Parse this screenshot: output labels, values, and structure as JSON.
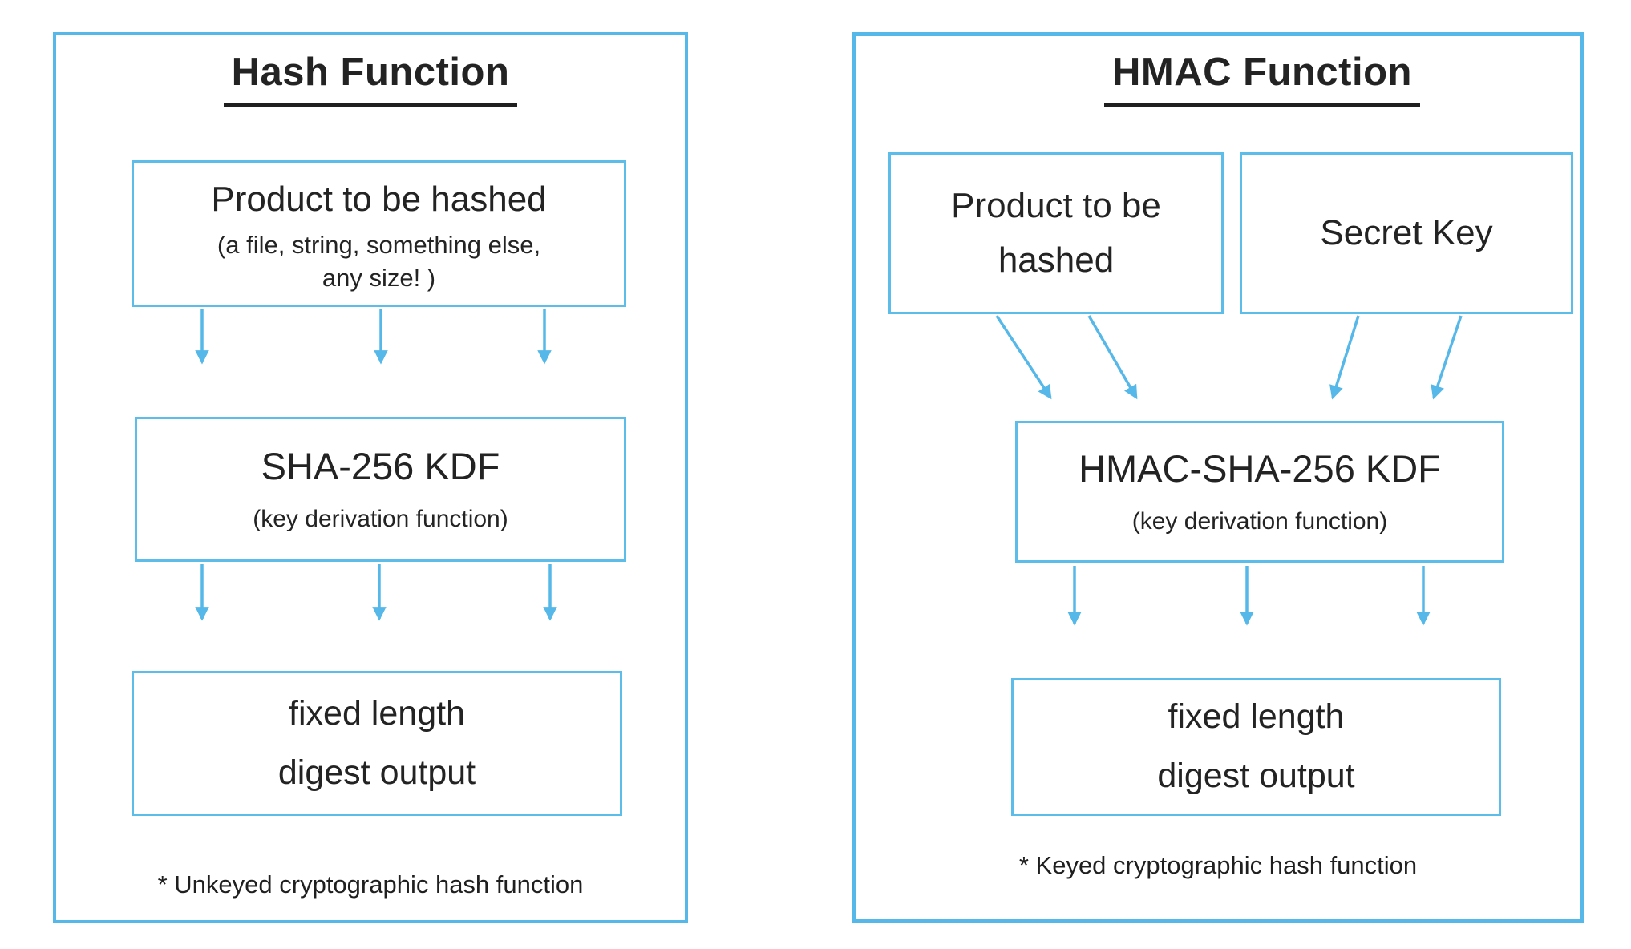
{
  "colors": {
    "accent_blue": "#56b8e8",
    "text_black": "#232323"
  },
  "left_panel": {
    "title": "Hash Function",
    "product_box": {
      "title": "Product to be hashed",
      "sub_lines": [
        "(a file, string, something else,",
        "any size! )"
      ]
    },
    "kdf_box": {
      "title": "SHA-256 KDF",
      "subtitle": "(key derivation function)"
    },
    "output_box": {
      "lines": [
        "fixed length",
        "digest output"
      ]
    },
    "footnote": "* Unkeyed cryptographic hash function"
  },
  "right_panel": {
    "title": "HMAC Function",
    "product_box": {
      "title": "Product to be hashed"
    },
    "secret_key_box": {
      "title": "Secret Key"
    },
    "kdf_box": {
      "title": "HMAC-SHA-256 KDF",
      "subtitle": "(key derivation function)"
    },
    "output_box": {
      "lines": [
        "fixed length",
        "digest output"
      ]
    },
    "footnote": "* Keyed cryptographic hash function"
  }
}
